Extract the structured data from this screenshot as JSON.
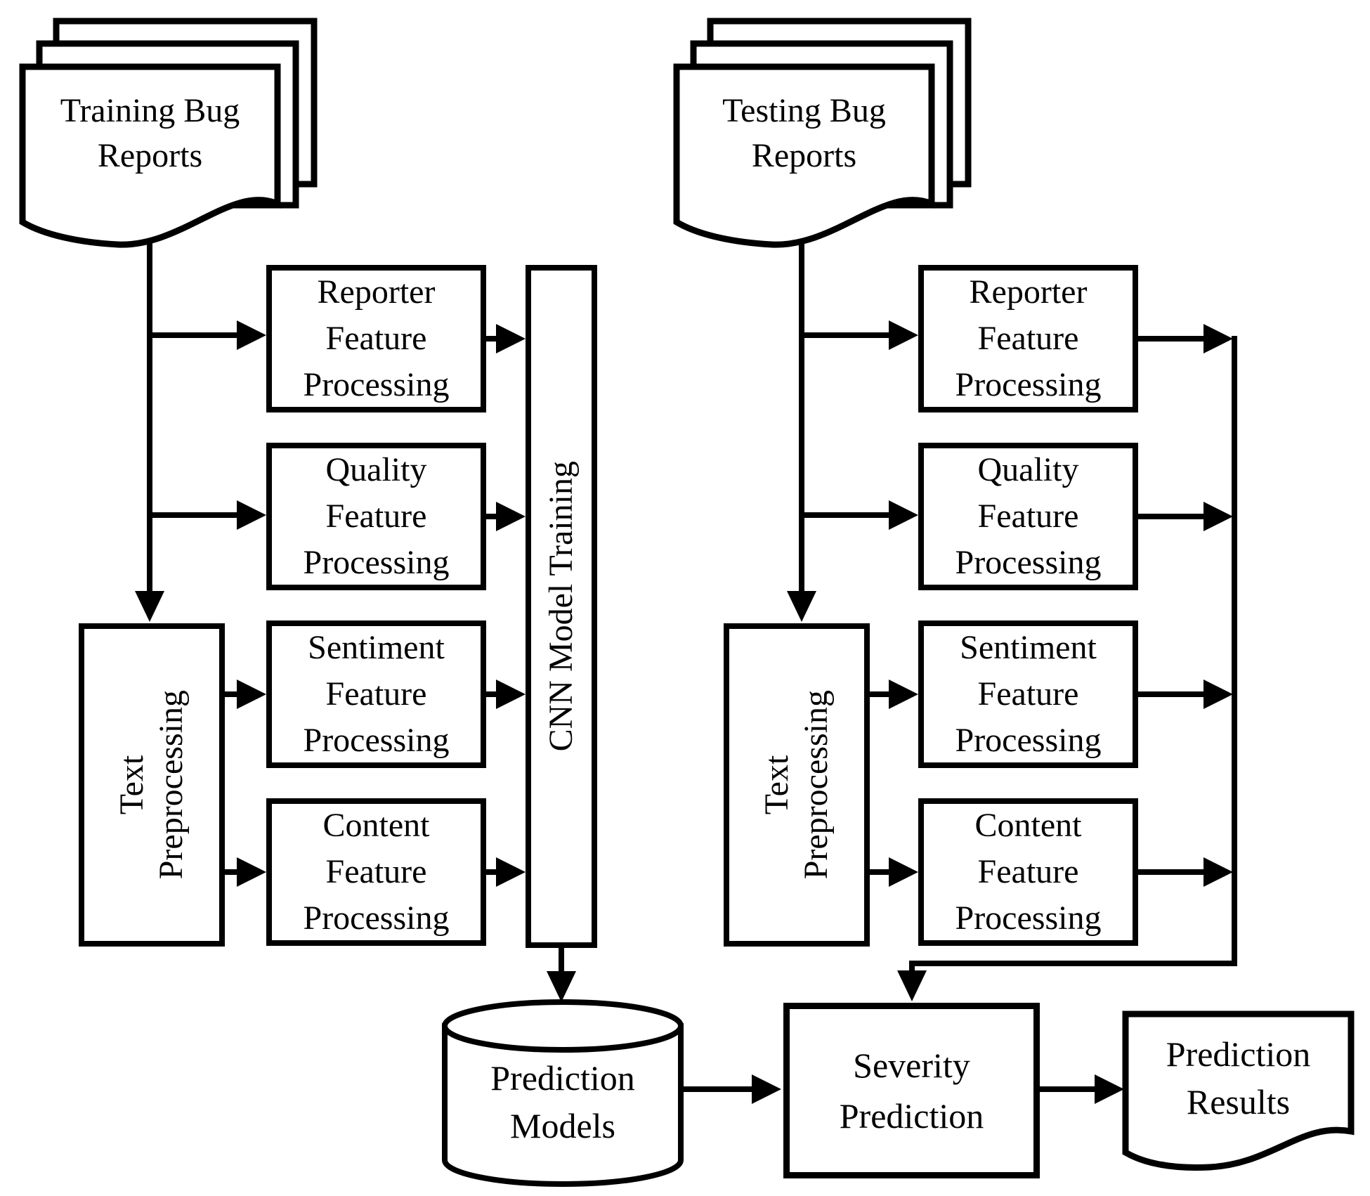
{
  "colors": {
    "ink": "#000000",
    "paper": "#ffffff"
  },
  "training": {
    "source_label": "Training Bug\nReports",
    "text_preprocessing_label": "Text\nPreprocessing",
    "cnn_label": "CNN Model Training",
    "feature_boxes": [
      {
        "label": "Reporter\nFeature\nProcessing"
      },
      {
        "label": "Quality\nFeature\nProcessing"
      },
      {
        "label": "Sentiment\nFeature\nProcessing"
      },
      {
        "label": "Content\nFeature\nProcessing"
      }
    ]
  },
  "testing": {
    "source_label": "Testing Bug\nReports",
    "text_preprocessing_label": "Text\nPreprocessing",
    "feature_boxes": [
      {
        "label": "Reporter\nFeature\nProcessing"
      },
      {
        "label": "Quality\nFeature\nProcessing"
      },
      {
        "label": "Sentiment\nFeature\nProcessing"
      },
      {
        "label": "Content\nFeature\nProcessing"
      }
    ]
  },
  "outputs": {
    "prediction_models_label": "Prediction\nModels",
    "severity_prediction_label": "Severity\nPrediction",
    "prediction_results_label": "Prediction\nResults"
  }
}
